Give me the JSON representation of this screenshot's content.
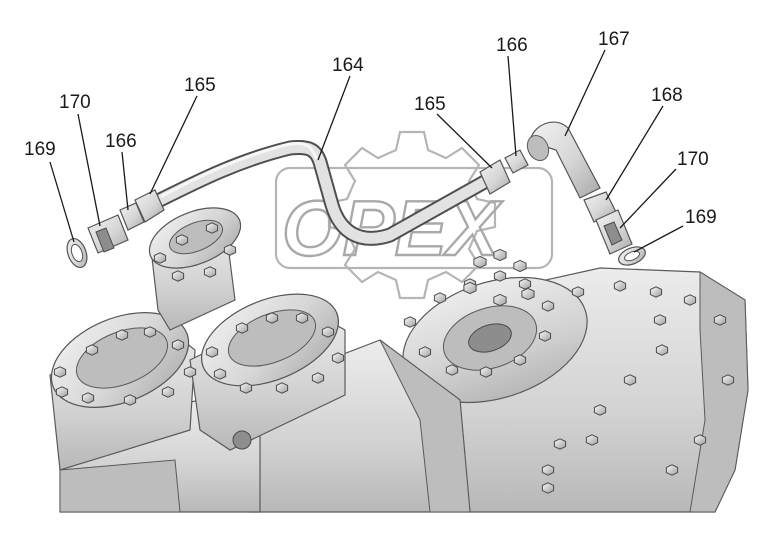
{
  "callouts": [
    {
      "id": "c169l",
      "label": "169"
    },
    {
      "id": "c170l",
      "label": "170"
    },
    {
      "id": "c166l",
      "label": "166"
    },
    {
      "id": "c165l",
      "label": "165"
    },
    {
      "id": "c164",
      "label": "164"
    },
    {
      "id": "c165m",
      "label": "165"
    },
    {
      "id": "c166m",
      "label": "166"
    },
    {
      "id": "c167",
      "label": "167"
    },
    {
      "id": "c168",
      "label": "168"
    },
    {
      "id": "c170r",
      "label": "170"
    },
    {
      "id": "c169r",
      "label": "169"
    }
  ],
  "watermark": {
    "text": "OPEX"
  },
  "colors": {
    "line": "#1a1a1a",
    "metal": "#d9d9d9",
    "watermark": "#a9a9a9"
  }
}
